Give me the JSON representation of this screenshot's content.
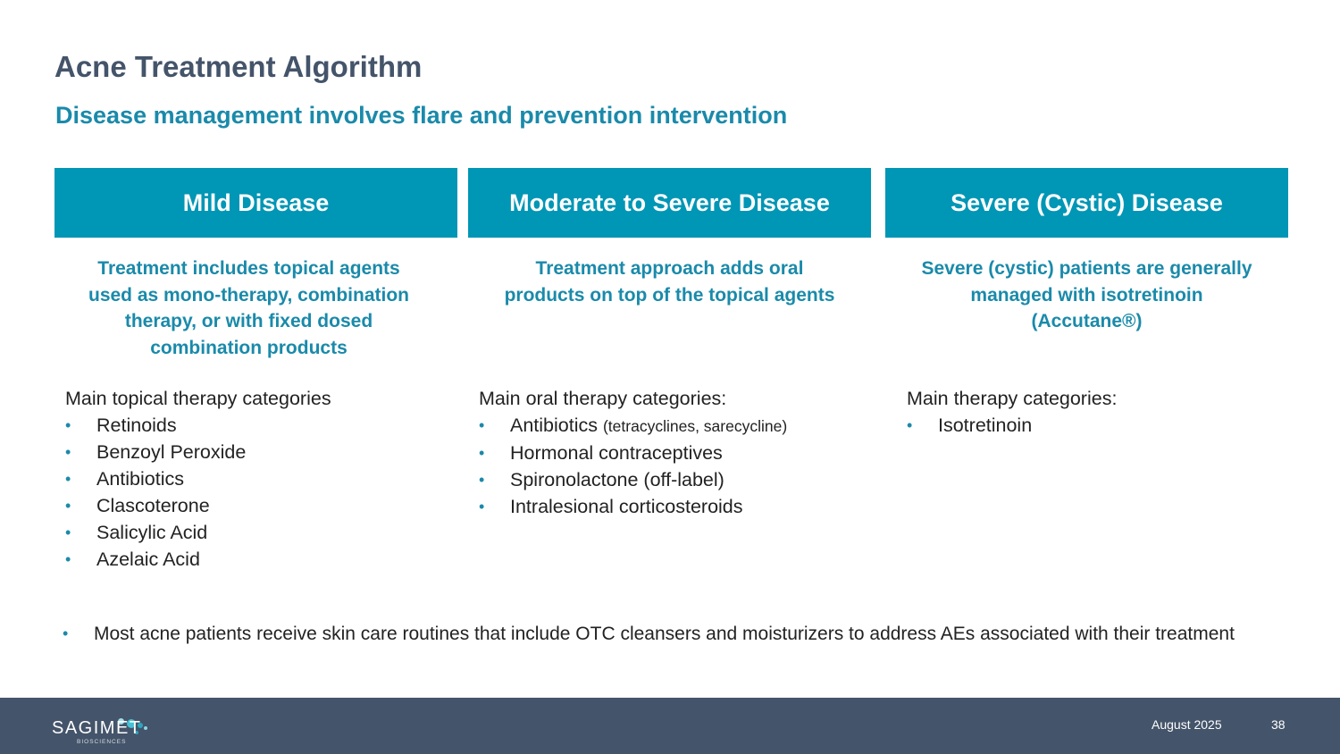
{
  "slide": {
    "title": "Acne Treatment Algorithm",
    "subtitle": "Disease management involves flare and prevention intervention"
  },
  "columns": [
    {
      "header": "Mild Disease",
      "summary_lines": [
        "Treatment includes topical agents",
        "used as mono-therapy, combination",
        "therapy, or with fixed dosed",
        "combination products"
      ],
      "list_lead": "Main topical therapy categories",
      "items": [
        "Retinoids",
        "Benzoyl Peroxide",
        "Antibiotics",
        "Clascoterone",
        "Salicylic Acid",
        "Azelaic Acid"
      ]
    },
    {
      "header": "Moderate to Severe  Disease",
      "summary_lines": [
        "Treatment approach adds oral",
        "products on top of the topical agents"
      ],
      "list_lead": "Main oral therapy categories:",
      "items": [
        {
          "main": "Antibiotics",
          "detail": "(tetracyclines, sarecycline)"
        },
        "Hormonal contraceptives",
        "Spironolactone (off-label)",
        "Intralesional corticosteroids"
      ]
    },
    {
      "header": "Severe (Cystic) Disease",
      "summary_lines": [
        "Severe (cystic) patients are generally",
        "managed with isotretinoin",
        "(Accutane®)"
      ],
      "list_lead": "Main therapy categories:",
      "items": [
        "Isotretinoin"
      ]
    }
  ],
  "note": "Most acne patients receive skin care routines that include OTC cleansers and moisturizers to address AEs associated with their treatment",
  "bullet_glyph": "•",
  "footer": {
    "logo_text": "SAGIMET",
    "logo_subtext": "BIOSCIENCES",
    "date": "August 2025",
    "page_number": "38"
  },
  "colors": {
    "header_fill": "#0096b5",
    "accent_text": "#1a8aaa",
    "title_text": "#44546a",
    "footer_fill": "#44546a"
  }
}
